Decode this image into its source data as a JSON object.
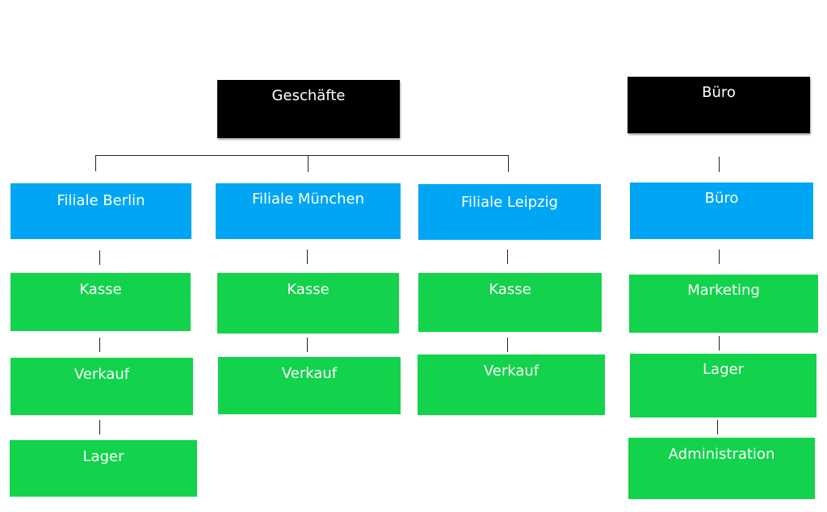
{
  "colors": {
    "header": "#000000",
    "branch": "#00a6f4",
    "department": "#12d34b",
    "text": "#ffffff",
    "connector": "#222222"
  },
  "headers": {
    "shops": "Geschäfte",
    "office": "Büro"
  },
  "branches": {
    "berlin": "Filiale Berlin",
    "muenchen": "Filiale München",
    "leipzig": "Filiale Leipzig",
    "office": "Büro"
  },
  "departments": {
    "berlin": [
      "Kasse",
      "Verkauf",
      "Lager"
    ],
    "muenchen": [
      "Kasse",
      "Verkauf"
    ],
    "leipzig": [
      "Kasse",
      "Verkauf"
    ],
    "office": [
      "Marketing",
      "Lager",
      "Administration"
    ]
  }
}
